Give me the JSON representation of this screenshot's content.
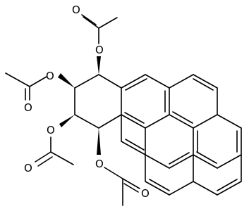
{
  "atom_labels": {
    "o_ester_top": "O",
    "o_carbonyl_top": "O",
    "o_ester_upper_left": "O",
    "o_carbonyl_upper_left": "O",
    "o_ester_lower_left": "O",
    "o_carbonyl_lower_left": "O",
    "o_ester_bottom": "O",
    "o_carbonyl_bottom": "O"
  }
}
